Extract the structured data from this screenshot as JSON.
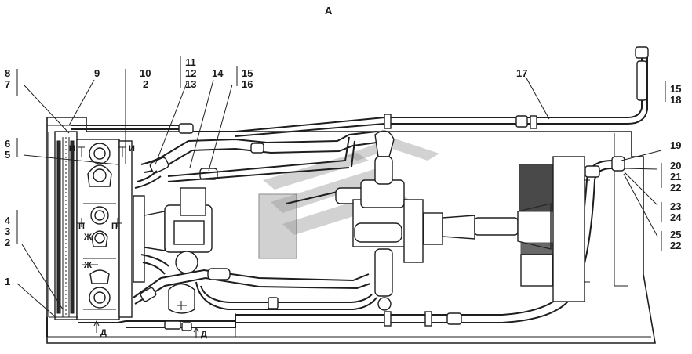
{
  "view_title": "А",
  "callouts": {
    "c8": "8",
    "c7": "7",
    "c9": "9",
    "c10": "10",
    "c2a": "2",
    "c11": "11",
    "c12": "12",
    "c13": "13",
    "c14": "14",
    "c15a": "15",
    "c16": "16",
    "c17": "17",
    "c15b": "15",
    "c18": "18",
    "c6": "6",
    "c5": "5",
    "c4": "4",
    "c3": "3",
    "c2b": "2",
    "c1": "1",
    "c19": "19",
    "c20": "20",
    "c21": "21",
    "c22a": "22",
    "c23": "23",
    "c24": "24",
    "c25": "25",
    "c22b": "22"
  },
  "flow_labels": {
    "i_left": "И",
    "i_right": "И",
    "p_left": "П",
    "p_right": "П",
    "zh_upper": "Ж",
    "zh_lower": "Ж",
    "d_left": "Д",
    "d_right": "Д"
  },
  "colors": {
    "line": "#1e1e1e",
    "paper": "#ffffff",
    "watermark": "#7d7d7d"
  }
}
